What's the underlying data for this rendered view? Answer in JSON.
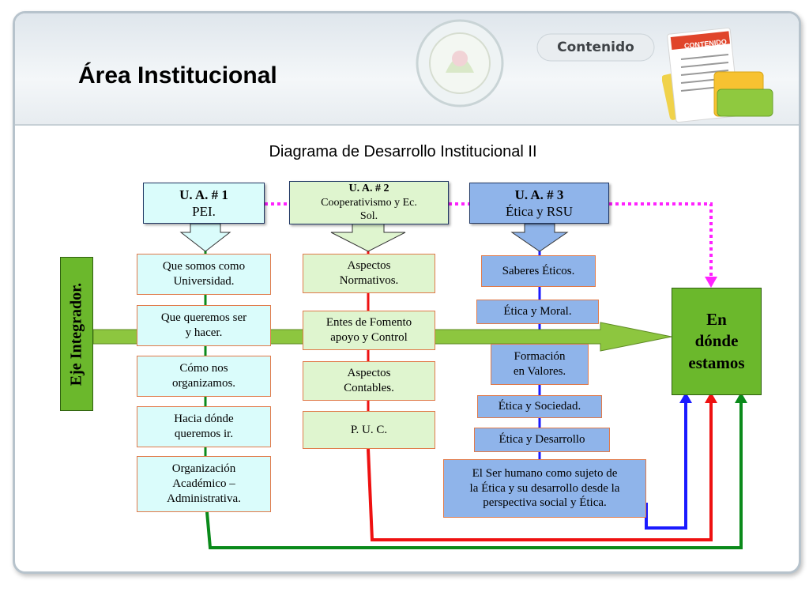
{
  "page": {
    "title": "Área Institucional"
  },
  "header": {
    "tab_label": "Contenido",
    "book_label": "CONTENIDO"
  },
  "diagram": {
    "title": "Diagrama de Desarrollo Institucional II",
    "side_label": "Eje Integrador.",
    "target": [
      "En",
      "dónde",
      "estamos"
    ],
    "columns": [
      {
        "header_title": "U. A. # 1",
        "header_sub": [
          "PEI."
        ],
        "items": [
          [
            "Que somos como",
            "Universidad."
          ],
          [
            "Que queremos ser",
            "y  hacer."
          ],
          [
            "Cómo nos",
            "organizamos."
          ],
          [
            "Hacia dónde",
            "queremos ir."
          ],
          [
            "Organización",
            "Académico –",
            "Administrativa."
          ]
        ]
      },
      {
        "header_title": "U. A. # 2",
        "header_sub": [
          "Cooperativismo y Ec.",
          "Sol."
        ],
        "items": [
          [
            "Aspectos",
            "Normativos."
          ],
          [
            "Entes de Fomento",
            "apoyo y Control"
          ],
          [
            "Aspectos",
            "Contables."
          ],
          [
            "P. U. C."
          ]
        ]
      },
      {
        "header_title": "U. A. # 3",
        "header_sub": [
          "Ética y RSU"
        ],
        "items": [
          [
            "Saberes Éticos."
          ],
          [
            "Ética y Moral."
          ],
          [
            "Formación",
            "en Valores."
          ],
          [
            "Ética y Sociedad."
          ],
          [
            "Ética y  Desarrollo"
          ],
          [
            "El Ser humano como sujeto de",
            "la Ética y su desarrollo desde la",
            "perspectiva social y Ética."
          ]
        ]
      }
    ]
  },
  "colors": {
    "eje_green": "#6bb82c",
    "arrow_green": "#8dc63f",
    "line_green": "#0a8a1a",
    "line_red": "#ee1111",
    "line_blue": "#1a1aff",
    "line_magenta": "#ff22ff",
    "col1_fill": "#dafcfb",
    "col2_fill": "#dff5cf",
    "col3_fill": "#8fb4ea",
    "box_border": "#e07a4a"
  }
}
